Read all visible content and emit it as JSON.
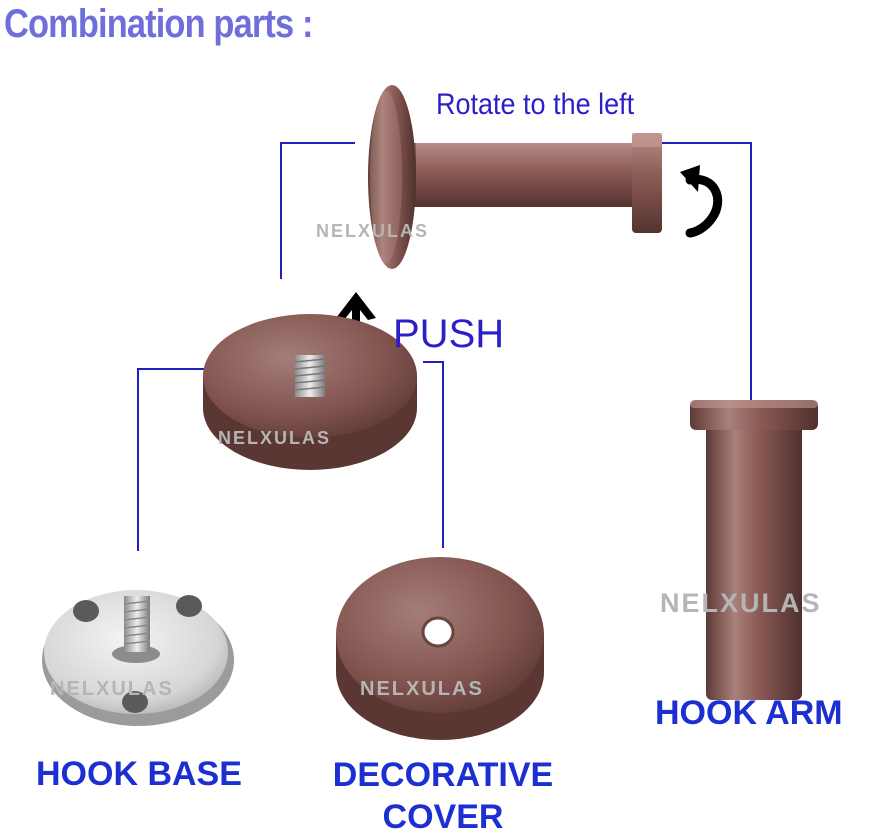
{
  "title": "Combination parts :",
  "annotations": {
    "rotate": "Rotate to the left",
    "push": "PUSH"
  },
  "labels": {
    "hook_base": "HOOK BASE",
    "hook_arm": "HOOK ARM",
    "decorative_cover_line1": "DECORATIVE",
    "decorative_cover_line2": "COVER"
  },
  "watermark": "NELXULAS",
  "colors": {
    "title": "#6f6fdc",
    "label": "#1c2fd0",
    "annotation": "#2a1fc8",
    "connector": "#1f1fc0",
    "bronze": "#8a5a55",
    "bronze_dark": "#5e3a36",
    "bronze_light": "#b58c86",
    "steel": "#d8d8d8",
    "watermark": "#b5b5b5"
  }
}
